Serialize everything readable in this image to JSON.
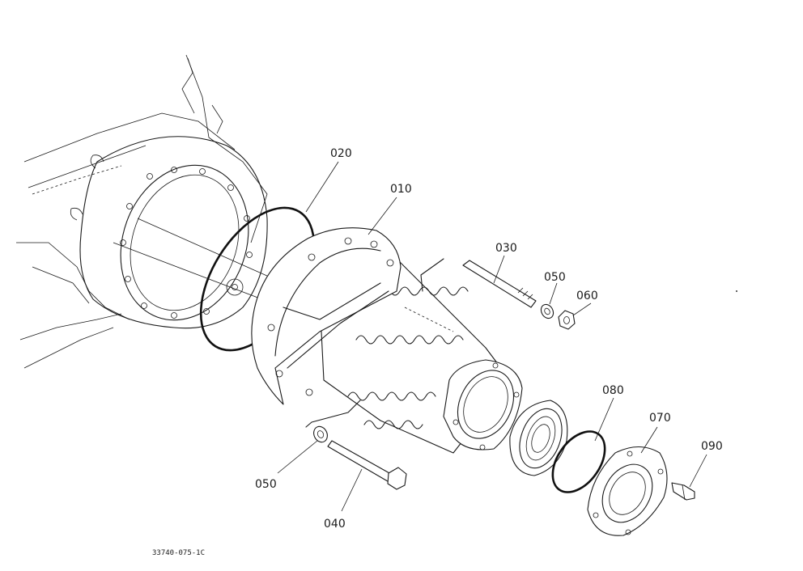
{
  "callouts": [
    {
      "id": "020",
      "text": "020"
    },
    {
      "id": "010",
      "text": "010"
    },
    {
      "id": "030",
      "text": "030"
    },
    {
      "id": "050a",
      "text": "050"
    },
    {
      "id": "060",
      "text": "060"
    },
    {
      "id": "080",
      "text": "080"
    },
    {
      "id": "070",
      "text": "070"
    },
    {
      "id": "090",
      "text": "090"
    },
    {
      "id": "050b",
      "text": "050"
    },
    {
      "id": "040",
      "text": "040"
    }
  ],
  "drawing_code": "33740-075-1C"
}
